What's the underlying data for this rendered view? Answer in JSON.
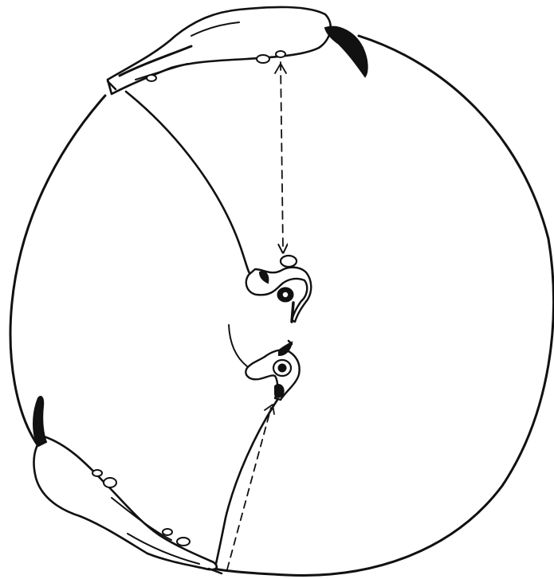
{
  "figure": {
    "ink_color": "#111111",
    "background_color": "#ffffff",
    "components": [
      "large-circle-outline",
      "top-crayfish-figure",
      "bottom-crayfish-figure",
      "upper-curled-figure",
      "lower-curled-figure",
      "dashed-arrow-down",
      "dashed-arrow-up",
      "connecting-curves"
    ]
  }
}
